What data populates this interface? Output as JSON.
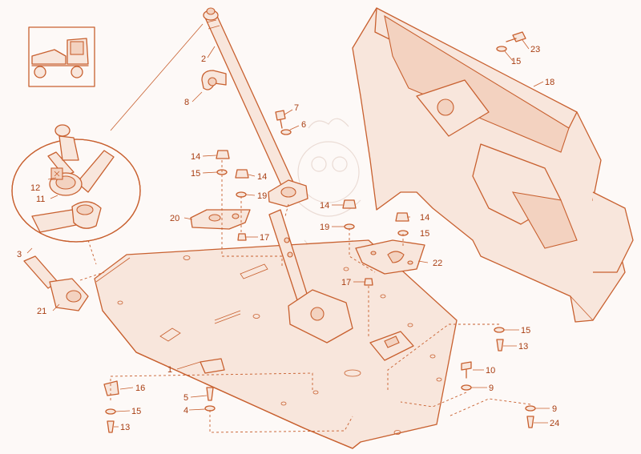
{
  "diagram": {
    "accent_color": "#c8602f",
    "label_color": "#a83e12",
    "background_color": "#fdf9f7",
    "callouts": [
      {
        "id": "c1",
        "text": "1"
      },
      {
        "id": "c2",
        "text": "2"
      },
      {
        "id": "c3",
        "text": "3"
      },
      {
        "id": "c4",
        "text": "4"
      },
      {
        "id": "c5",
        "text": "5"
      },
      {
        "id": "c6",
        "text": "6"
      },
      {
        "id": "c7",
        "text": "7"
      },
      {
        "id": "c8",
        "text": "8"
      },
      {
        "id": "c9a",
        "text": "9"
      },
      {
        "id": "c9b",
        "text": "9"
      },
      {
        "id": "c10",
        "text": "10"
      },
      {
        "id": "c11",
        "text": "11"
      },
      {
        "id": "c12",
        "text": "12"
      },
      {
        "id": "c13a",
        "text": "13"
      },
      {
        "id": "c13b",
        "text": "13"
      },
      {
        "id": "c14a",
        "text": "14"
      },
      {
        "id": "c14b",
        "text": "14"
      },
      {
        "id": "c14c",
        "text": "14"
      },
      {
        "id": "c14d",
        "text": "14"
      },
      {
        "id": "c15a",
        "text": "15"
      },
      {
        "id": "c15b",
        "text": "15"
      },
      {
        "id": "c15c",
        "text": "15"
      },
      {
        "id": "c15d",
        "text": "15"
      },
      {
        "id": "c15e",
        "text": "15"
      },
      {
        "id": "c16",
        "text": "16"
      },
      {
        "id": "c17a",
        "text": "17"
      },
      {
        "id": "c17b",
        "text": "17"
      },
      {
        "id": "c18",
        "text": "18"
      },
      {
        "id": "c19a",
        "text": "19"
      },
      {
        "id": "c19b",
        "text": "19"
      },
      {
        "id": "c20",
        "text": "20"
      },
      {
        "id": "c21",
        "text": "21"
      },
      {
        "id": "c22",
        "text": "22"
      },
      {
        "id": "c23",
        "text": "23"
      },
      {
        "id": "c24",
        "text": "24"
      }
    ]
  }
}
